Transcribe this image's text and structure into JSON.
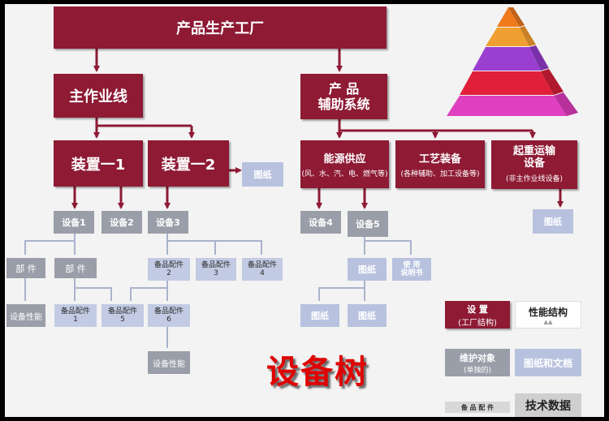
{
  "nodes": {
    "root": "产品生产工厂",
    "main_line": "主作业线",
    "aux_system": "产 品\n辅助系统",
    "unit1": "装置一1",
    "unit2": "装置一2",
    "unit2_drawing": "图纸",
    "energy": "能源供应",
    "energy_sub": "(风、水、汽、电、燃气等)",
    "process": "工艺装备",
    "process_sub": "(各种辅助、加工设备等)",
    "lifting": "起重运输\n设备",
    "lifting_sub": "(非主作业线设备)",
    "lifting_drawing": "图纸",
    "equip1": "设备1",
    "equip2": "设备2",
    "equip3": "设备3",
    "equip4": "设备4",
    "equip5": "设备5",
    "part_left": "部 件",
    "part_right": "部 件",
    "perf_left": "设备性能",
    "spare1": "备品配件\n1",
    "spare5": "备品配件\n5",
    "spare2": "备品配件\n2",
    "spare3": "备品配件\n3",
    "spare4": "备品配件\n4",
    "spare6": "备品配件\n6",
    "perf_bottom": "设备性能",
    "e5_drawing": "图纸",
    "e5_manual": "使 用\n说明书",
    "e5_drawing2": "图纸",
    "e5_drawing3": "图纸"
  },
  "legend": {
    "equipment": "设 置",
    "equipment_sub": "(工厂结构)",
    "performance": "性能结构",
    "maintenance": "维护对象",
    "maintenance_sub": "(单独的)",
    "docs": "图纸和文档",
    "spare_parts": "备 品 配 件",
    "tech_data": "技术数据"
  },
  "big_title": "设备树",
  "colors": {
    "dark_red": "#8e1a34",
    "gray": "#9a9ea8",
    "light_blue": "#b8c2df",
    "title_red": "#e00000",
    "pyramid": [
      "#ee7a1a",
      "#f0a030",
      "#9a3fd0",
      "#e0203a",
      "#e040c0"
    ]
  }
}
